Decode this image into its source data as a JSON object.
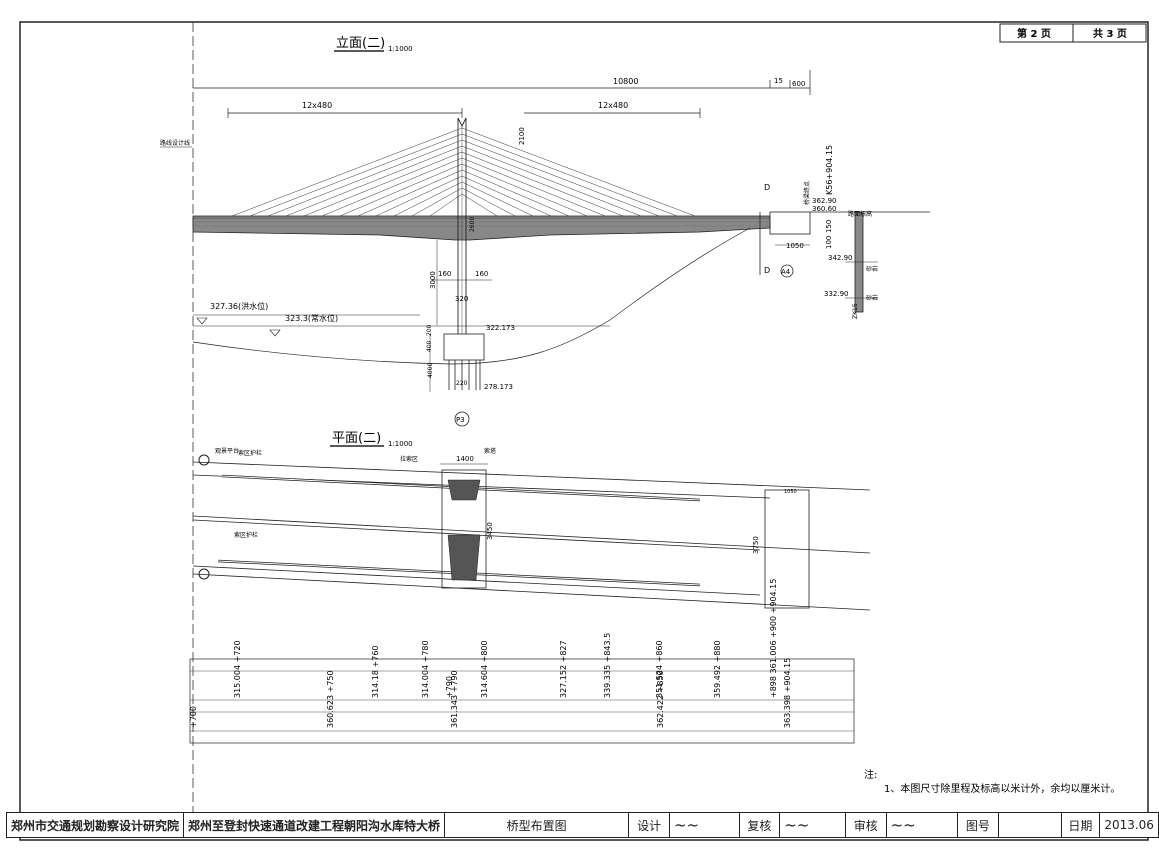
{
  "page": {
    "sheet_no": "第 2 页",
    "sheet_total": "共 3 页"
  },
  "elevation": {
    "title": "立面(二)",
    "scale": "1:1000",
    "dims": {
      "total": "10800",
      "d15": "15",
      "d600": "600",
      "span_left": "12x480",
      "span_right": "12x480",
      "tower_top": "2100",
      "pier_h": "3000",
      "w160a": "160",
      "w160b": "160",
      "w320": "320",
      "f400": "400",
      "f200": "200",
      "p4000": "4000",
      "w220": "220",
      "abut1050": "1050",
      "a100": "100",
      "a150": "150"
    },
    "labels": {
      "design_line": "路线设计线",
      "flood_level": "327.36(洪水位)",
      "normal_level": "323.3(常水位)",
      "elev_322": "322.173",
      "elev_278": "278.173",
      "pier_id": "P3",
      "abut_id": "A4",
      "sec_a": "D",
      "sec_b": "D",
      "station": "K56+904.15",
      "end_note": "桥梁终点",
      "e36290": "362.90",
      "e36060": "360.60",
      "e34290": "342.90",
      "e33290": "332.90",
      "soil1": "砂岩",
      "soil2": "砂岩",
      "bh": "ZK15",
      "road_note": "路面标高"
    }
  },
  "plan": {
    "title": "平面(二)",
    "scale": "1:1000",
    "dims": {
      "w1400": "1400",
      "w3450": "3450",
      "w3750": "3750",
      "w1050": "1050"
    },
    "labels": {
      "platform": "观景平台",
      "guard_top": "索区护栏",
      "anchor_zone": "拉索区",
      "cable": "索塔",
      "guard_bot": "索区护栏"
    }
  },
  "profile": {
    "stations": [
      "315.004 +720",
      "314.18 +760",
      "314.004 +780",
      "+790",
      "314.604 +800",
      "327.152 +827",
      "339.335 +843.5",
      "351.524 +860",
      "359.492 +880",
      "+898 361.006 +900 +904.15"
    ],
    "lower": [
      "+700",
      "360.623 +750",
      "361.343 +790",
      "362.422 +850",
      "363.398 +904.15"
    ]
  },
  "notes": {
    "head": "注:",
    "line1": "1、本图尺寸除里程及标高以米计外，余均以厘米计。"
  },
  "titleblock": {
    "institute": "郑州市交通规划勘察设计研究院",
    "project": "郑州至登封快速通道改建工程朝阳沟水库特大桥",
    "drawing": "桥型布置图",
    "design_lbl": "设计",
    "check_lbl": "复核",
    "review_lbl": "审核",
    "fig_lbl": "图号",
    "date_lbl": "日期",
    "date": "2013.06"
  },
  "colors": {
    "ink": "#222222",
    "paper": "#ffffff"
  }
}
